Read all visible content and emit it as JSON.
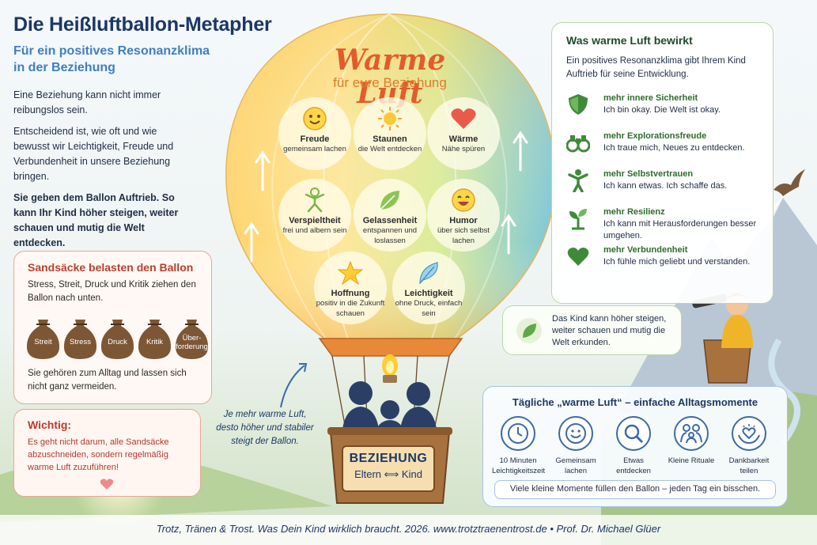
{
  "title": "Die Heißluftballon-Metapher",
  "subtitle": "Für ein positives Resonanzklima in der Beziehung",
  "intro": {
    "p1": "Eine Beziehung kann nicht immer reibungslos sein.",
    "p2": "Entscheidend ist, wie oft und wie bewusst wir Leichtigkeit, Freude und Verbundenheit in unsere Beziehung bringen.",
    "p3": "Sie geben dem Ballon Auftrieb. So kann Ihr Kind höher steigen, weiter schauen und mutig die Welt entdecken."
  },
  "sandbags": {
    "title": "Sandsäcke belasten den Ballon",
    "text": "Stress, Streit, Druck und Kritik ziehen den Ballon nach unten.",
    "bags": [
      "Streit",
      "Stress",
      "Druck",
      "Kritik",
      "Über-forderung"
    ],
    "footer": "Sie gehören zum Alltag und lassen sich nicht ganz vermeiden."
  },
  "important": {
    "title": "Wichtig:",
    "text": "Es geht nicht darum, alle Sandsäcke abzuschneiden, sondern regelmäßig warme Luft zuzuführen!"
  },
  "balloon": {
    "headline": "Warme Luft",
    "subline": "für eure Beziehung",
    "items": [
      {
        "title": "Freude",
        "text": "gemeinsam lachen",
        "icon": "smile-icon"
      },
      {
        "title": "Staunen",
        "text": "die Welt entdecken",
        "icon": "sun-icon"
      },
      {
        "title": "Wärme",
        "text": "Nähe spüren",
        "icon": "heart-icon"
      },
      {
        "title": "Verspieltheit",
        "text": "frei und albern sein",
        "icon": "playful-figure-icon"
      },
      {
        "title": "Gelassenheit",
        "text": "entspannen und loslassen",
        "icon": "leaf-icon"
      },
      {
        "title": "Humor",
        "text": "über sich selbst lachen",
        "icon": "laugh-icon"
      },
      {
        "title": "Hoffnung",
        "text": "positiv in die Zukunft schauen",
        "icon": "star-icon"
      },
      {
        "title": "Leichtigkeit",
        "text": "ohne Druck, einfach sein",
        "icon": "feather-icon"
      }
    ],
    "basket_title": "BEZIEHUNG",
    "basket_sub": "Eltern ⟺ Kind",
    "note": "Je mehr warme Luft, desto höher und stabiler steigt der Ballon."
  },
  "effects": {
    "title": "Was warme Luft bewirkt",
    "lead": "Ein positives Resonanzklima gibt Ihrem Kind Auftrieb für seine Entwicklung.",
    "items": [
      {
        "title": "mehr innere Sicherheit",
        "text": "Ich bin okay. Die Welt ist okay.",
        "icon": "shield-icon"
      },
      {
        "title": "mehr Explorationsfreude",
        "text": "Ich traue mich, Neues zu entdecken.",
        "icon": "binoculars-icon"
      },
      {
        "title": "mehr Selbstvertrauen",
        "text": "Ich kann etwas. Ich schaffe das.",
        "icon": "person-icon"
      },
      {
        "title": "mehr Resilienz",
        "text": "Ich kann mit Herausforderungen besser umgehen.",
        "icon": "sprout-icon"
      },
      {
        "title": "mehr Verbundenheit",
        "text": "Ich fühle mich geliebt und verstanden.",
        "icon": "heart-icon"
      }
    ]
  },
  "kid_note": "Das Kind kann höher steigen, weiter schauen und mutig die Welt erkunden.",
  "daily": {
    "title": "Tägliche „warme Luft“ – einfache Alltagsmomente",
    "items": [
      {
        "label": "10 Minuten Leichtigkeitszeit",
        "icon": "clock-icon"
      },
      {
        "label": "Gemeinsam lachen",
        "icon": "smile-icon"
      },
      {
        "label": "Etwas entdecken",
        "icon": "magnifier-icon"
      },
      {
        "label": "Kleine Rituale",
        "icon": "family-icon"
      },
      {
        "label": "Dankbarkeit teilen",
        "icon": "heart-hands-icon"
      }
    ],
    "footer": "Viele kleine Momente füllen den Ballon – jeden Tag ein bisschen."
  },
  "footer": "Trotz, Tränen & Trost. Was Dein Kind wirklich braucht. 2026. www.trotztraenentrost.de • Prof. Dr. Michael Glüer",
  "colors": {
    "navy": "#1c3764",
    "accent_blue": "#3f7fbf",
    "red": "#b7422e",
    "green": "#2f6b2a",
    "orange": "#e8893a"
  }
}
